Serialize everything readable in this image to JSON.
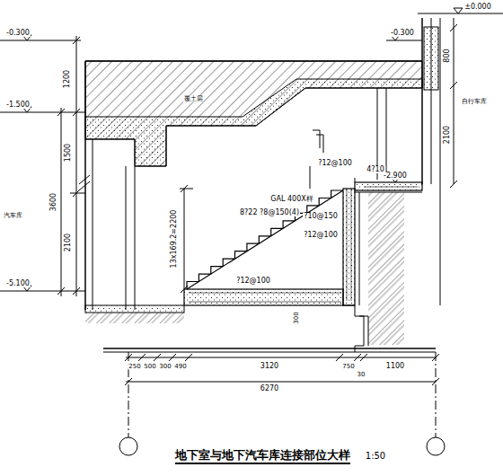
{
  "diagram": {
    "title": "地下室与地下汽车库连接部位大样",
    "labels": [
      "-0.300",
      "-1.500",
      "-5.100",
      "1200",
      "1500",
      "3600",
      "2100",
      "汽车库",
      "覆土层",
      "-0.300",
      "±0.000",
      "800",
      "2100",
      "自行车库",
      "GAL 400X样",
      "8?22 ?8@150(4)",
      "?12@100",
      "4?10",
      "-2.900",
      "13x169.2=2200",
      "?10@150",
      "?12@100",
      "?12@100",
      "300",
      "250",
      "500",
      "300",
      "490",
      "3120",
      "750",
      "30",
      "1100",
      "6270",
      "1:50"
    ]
  }
}
